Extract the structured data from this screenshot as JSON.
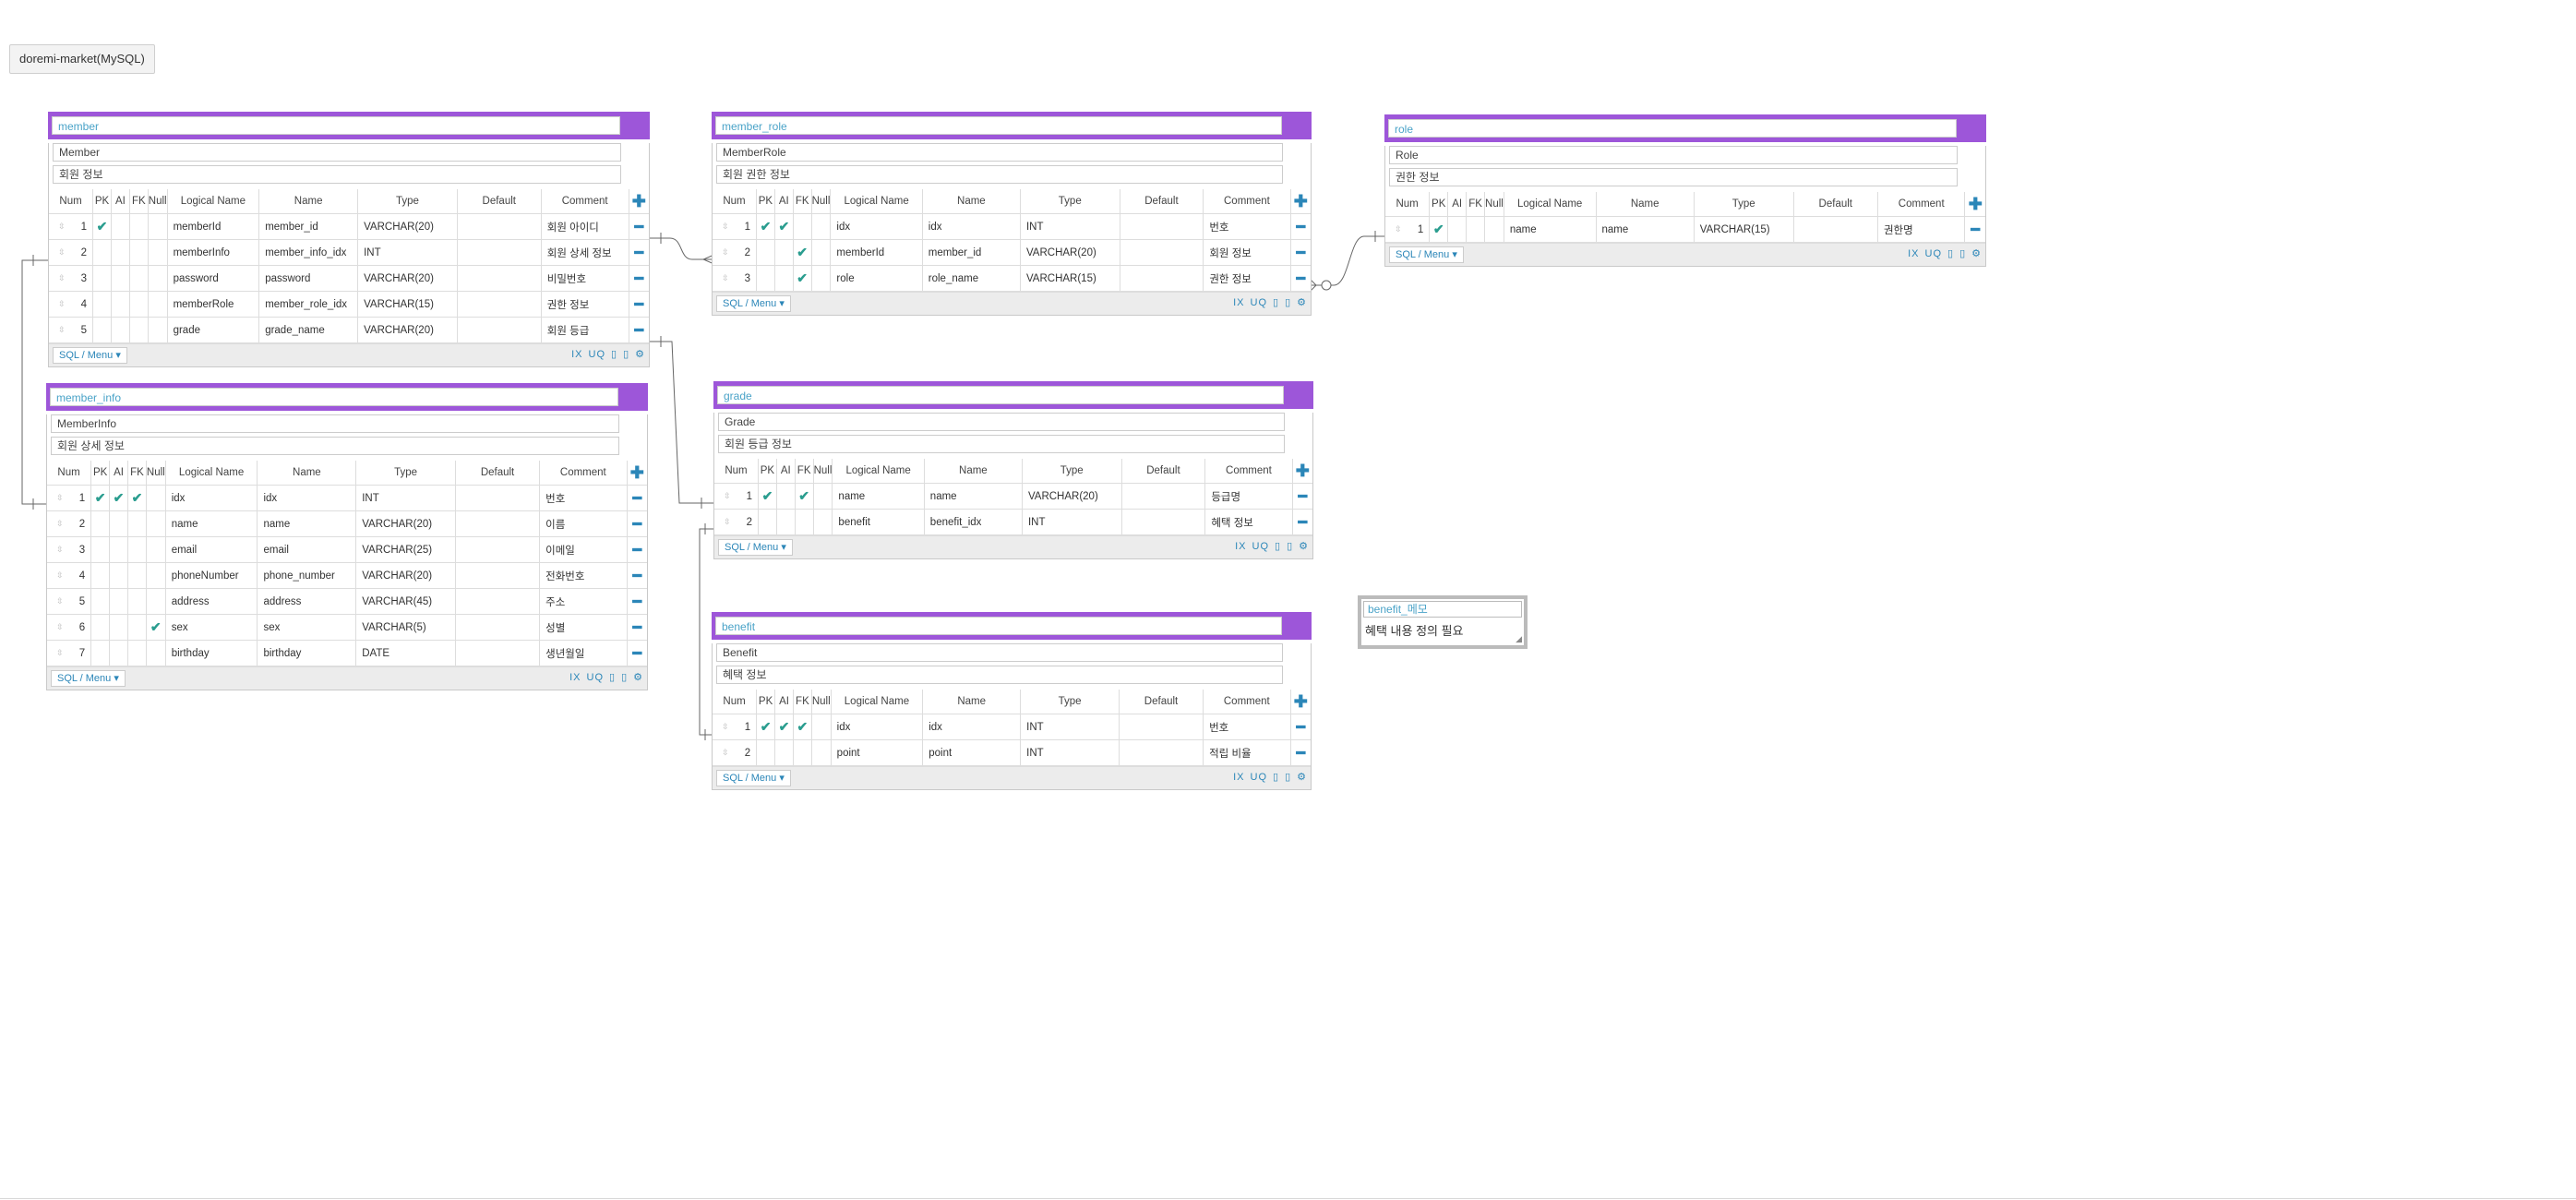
{
  "database_tab": "doremi-market(MySQL)",
  "headers": [
    "Num",
    "PK",
    "AI",
    "FK",
    "Null",
    "Logical Name",
    "Name",
    "Type",
    "Default",
    "Comment"
  ],
  "footer": {
    "sql_menu": "SQL / Menu ▾",
    "ix": "IX",
    "uq": "UQ"
  },
  "entities": {
    "member": {
      "name": "member",
      "logical": "Member",
      "comment": "회원 정보",
      "rows": [
        {
          "num": "1",
          "pk": "✔",
          "ai": "",
          "fk": "",
          "null": "",
          "logical": "memberId",
          "name": "member_id",
          "type": "VARCHAR(20)",
          "default": "",
          "comment": "회원 아이디"
        },
        {
          "num": "2",
          "pk": "",
          "ai": "",
          "fk": "",
          "null": "",
          "logical": "memberInfo",
          "name": "member_info_idx",
          "type": "INT",
          "default": "",
          "comment": "회원 상세 정보"
        },
        {
          "num": "3",
          "pk": "",
          "ai": "",
          "fk": "",
          "null": "",
          "logical": "password",
          "name": "password",
          "type": "VARCHAR(20)",
          "default": "",
          "comment": "비밀번호"
        },
        {
          "num": "4",
          "pk": "",
          "ai": "",
          "fk": "",
          "null": "",
          "logical": "memberRole",
          "name": "member_role_idx",
          "type": "VARCHAR(15)",
          "default": "",
          "comment": "권한 정보"
        },
        {
          "num": "5",
          "pk": "",
          "ai": "",
          "fk": "",
          "null": "",
          "logical": "grade",
          "name": "grade_name",
          "type": "VARCHAR(20)",
          "default": "",
          "comment": "회원 등급"
        }
      ]
    },
    "member_info": {
      "name": "member_info",
      "logical": "MemberInfo",
      "comment": "회원 상세 정보",
      "rows": [
        {
          "num": "1",
          "pk": "✔",
          "ai": "✔",
          "fk": "✔",
          "null": "",
          "logical": "idx",
          "name": "idx",
          "type": "INT",
          "default": "",
          "comment": "번호"
        },
        {
          "num": "2",
          "pk": "",
          "ai": "",
          "fk": "",
          "null": "",
          "logical": "name",
          "name": "name",
          "type": "VARCHAR(20)",
          "default": "",
          "comment": "이름"
        },
        {
          "num": "3",
          "pk": "",
          "ai": "",
          "fk": "",
          "null": "",
          "logical": "email",
          "name": "email",
          "type": "VARCHAR(25)",
          "default": "",
          "comment": "이메일"
        },
        {
          "num": "4",
          "pk": "",
          "ai": "",
          "fk": "",
          "null": "",
          "logical": "phoneNumber",
          "name": "phone_number",
          "type": "VARCHAR(20)",
          "default": "",
          "comment": "전화번호"
        },
        {
          "num": "5",
          "pk": "",
          "ai": "",
          "fk": "",
          "null": "",
          "logical": "address",
          "name": "address",
          "type": "VARCHAR(45)",
          "default": "",
          "comment": "주소"
        },
        {
          "num": "6",
          "pk": "",
          "ai": "",
          "fk": "",
          "null": "✔",
          "logical": "sex",
          "name": "sex",
          "type": "VARCHAR(5)",
          "default": "",
          "comment": "성별"
        },
        {
          "num": "7",
          "pk": "",
          "ai": "",
          "fk": "",
          "null": "",
          "logical": "birthday",
          "name": "birthday",
          "type": "DATE",
          "default": "",
          "comment": "생년월일"
        }
      ]
    },
    "member_role": {
      "name": "member_role",
      "logical": "MemberRole",
      "comment": "회원 권한 정보",
      "rows": [
        {
          "num": "1",
          "pk": "✔",
          "ai": "✔",
          "fk": "",
          "null": "",
          "logical": "idx",
          "name": "idx",
          "type": "INT",
          "default": "",
          "comment": "번호"
        },
        {
          "num": "2",
          "pk": "",
          "ai": "",
          "fk": "✔",
          "null": "",
          "logical": "memberId",
          "name": "member_id",
          "type": "VARCHAR(20)",
          "default": "",
          "comment": "회원 정보"
        },
        {
          "num": "3",
          "pk": "",
          "ai": "",
          "fk": "✔",
          "null": "",
          "logical": "role",
          "name": "role_name",
          "type": "VARCHAR(15)",
          "default": "",
          "comment": "권한 정보"
        }
      ]
    },
    "grade": {
      "name": "grade",
      "logical": "Grade",
      "comment": "회원 등급 정보",
      "rows": [
        {
          "num": "1",
          "pk": "✔",
          "ai": "",
          "fk": "✔",
          "null": "",
          "logical": "name",
          "name": "name",
          "type": "VARCHAR(20)",
          "default": "",
          "comment": "등급명"
        },
        {
          "num": "2",
          "pk": "",
          "ai": "",
          "fk": "",
          "null": "",
          "logical": "benefit",
          "name": "benefit_idx",
          "type": "INT",
          "default": "",
          "comment": "혜택 정보"
        }
      ]
    },
    "benefit": {
      "name": "benefit",
      "logical": "Benefit",
      "comment": "혜택 정보",
      "rows": [
        {
          "num": "1",
          "pk": "✔",
          "ai": "✔",
          "fk": "✔",
          "null": "",
          "logical": "idx",
          "name": "idx",
          "type": "INT",
          "default": "",
          "comment": "번호"
        },
        {
          "num": "2",
          "pk": "",
          "ai": "",
          "fk": "",
          "null": "",
          "logical": "point",
          "name": "point",
          "type": "INT",
          "default": "",
          "comment": "적립 비율"
        }
      ]
    },
    "role": {
      "name": "role",
      "logical": "Role",
      "comment": "권한 정보",
      "rows": [
        {
          "num": "1",
          "pk": "✔",
          "ai": "",
          "fk": "",
          "null": "",
          "logical": "name",
          "name": "name",
          "type": "VARCHAR(15)",
          "default": "",
          "comment": "권한명"
        }
      ]
    }
  },
  "memo": {
    "title": "benefit_메모",
    "text": "혜택 내용 정의 필요"
  },
  "colors": {
    "header": "#9d56d9",
    "accent": "#2b86b8",
    "check": "#2a9d8f",
    "name_text": "#4aa3c8"
  }
}
